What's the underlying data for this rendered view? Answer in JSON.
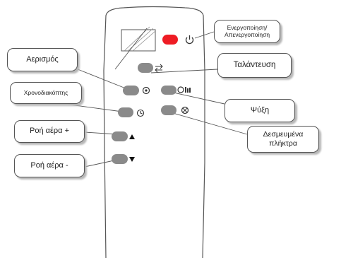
{
  "labels": {
    "power_line1": "Ενεργοποίηση/",
    "power_line2": "Απενεργοποίηση",
    "aerismos": "Αερισμός",
    "talantefsi": "Ταλάντευση",
    "xronodiakoptis": "Χρονοδιακόπτης",
    "psyxi": "Ψύξη",
    "roi_plus": "Ροή αέρα +",
    "reserved_line1": "Δεσμευμένα",
    "reserved_line2": "πλήκτρα",
    "roi_minus": "Ροή αέρα -"
  },
  "colors": {
    "power_button": "#ee1c24",
    "buttons": "#8a8a8a",
    "outline": "#555555"
  },
  "icons": {
    "power": "power-icon",
    "swing": "swing-arrows-icon",
    "fan": "fan-icon",
    "cool": "cool-mode-icon",
    "timer": "timer-icon",
    "reserved": "reserved-icon",
    "up": "triangle-up-icon",
    "down": "triangle-down-icon"
  }
}
